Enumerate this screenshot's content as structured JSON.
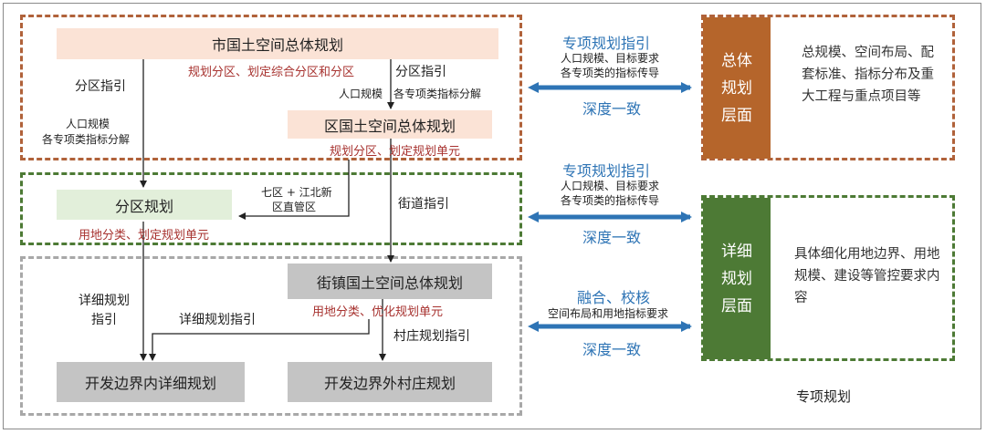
{
  "diagram": {
    "boxes": {
      "city_plan": "市国土空间总体规划",
      "district_plan": "区国土空间总体规划",
      "zone_plan": "分区规划",
      "street_plan": "街镇国土空间总体规划",
      "inner_detail": "开发边界内详细规划",
      "outer_village": "开发边界外村庄规划"
    },
    "red_notes": {
      "city": "规划分区、划定综合分区和分区",
      "district": "规划分区、划定规划单元",
      "zone": "用地分类、划定规划单元",
      "street": "用地分类、优化规划单元"
    },
    "labels": {
      "zone_guide_left": "分区指引",
      "pop_left_1": "人口规模",
      "pop_left_2": "各专项类指标分解",
      "zone_guide_right": "分区指引",
      "pop_right": "人口规模　各专项类指标分解",
      "seven_1": "七区 + 江北新",
      "seven_2": "区直管区",
      "street_guide": "街道指引",
      "detail_guide_1": "详细规划",
      "detail_guide_2": "指引",
      "detail_guide_mid": "详细规划指引",
      "village_guide": "村庄规划指引"
    },
    "links": [
      {
        "title": "专项规划指引",
        "line1": "人口规模、目标要求",
        "line2": "各专项类的指标传导",
        "bottom": "深度一致"
      },
      {
        "title": "专项规划指引",
        "line1": "人口规模、目标要求",
        "line2": "各专项类的指标传导",
        "bottom": "深度一致"
      },
      {
        "title": "融合、校核",
        "line1": "空间布局和用地指标要求",
        "line2": "",
        "bottom": "深度一致"
      }
    ],
    "levels": [
      {
        "chars": [
          "总体",
          "规划",
          "层面"
        ],
        "desc": "总规模、空间布局、配套标准、指标分布及重大工程与重点项目等"
      },
      {
        "chars": [
          "详细",
          "规划",
          "层面"
        ],
        "desc": "具体细化用地边界、用地规模、建设等管控要求内容"
      }
    ],
    "right_caption": "专项规划"
  },
  "colors": {
    "orange_dash": "#b0623a",
    "green_dash": "#4d7a35",
    "gray_dash": "#a8a8a8",
    "blue_arrow": "#2e74b5",
    "red_text": "#a7322f"
  }
}
